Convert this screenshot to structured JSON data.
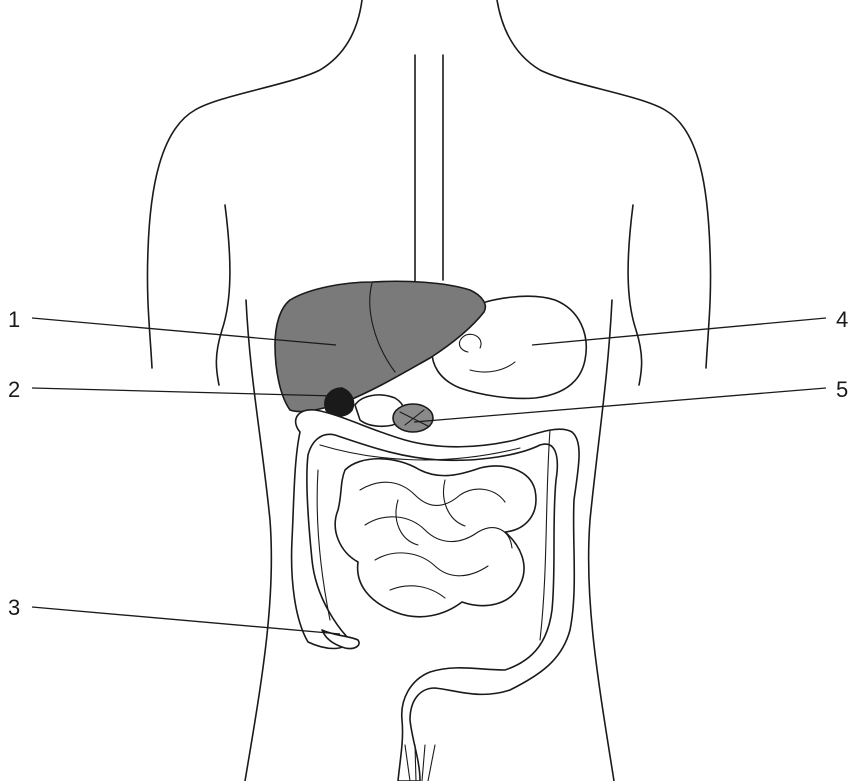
{
  "colors": {
    "line": "#1a1a1a",
    "liver": "#7a7a7a",
    "gallbladder": "#1a1a1a",
    "pancreas": "#8a8a8a",
    "background": "#ffffff"
  },
  "labels": {
    "one": "1",
    "two": "2",
    "three": "3",
    "four": "4",
    "five": "5"
  }
}
